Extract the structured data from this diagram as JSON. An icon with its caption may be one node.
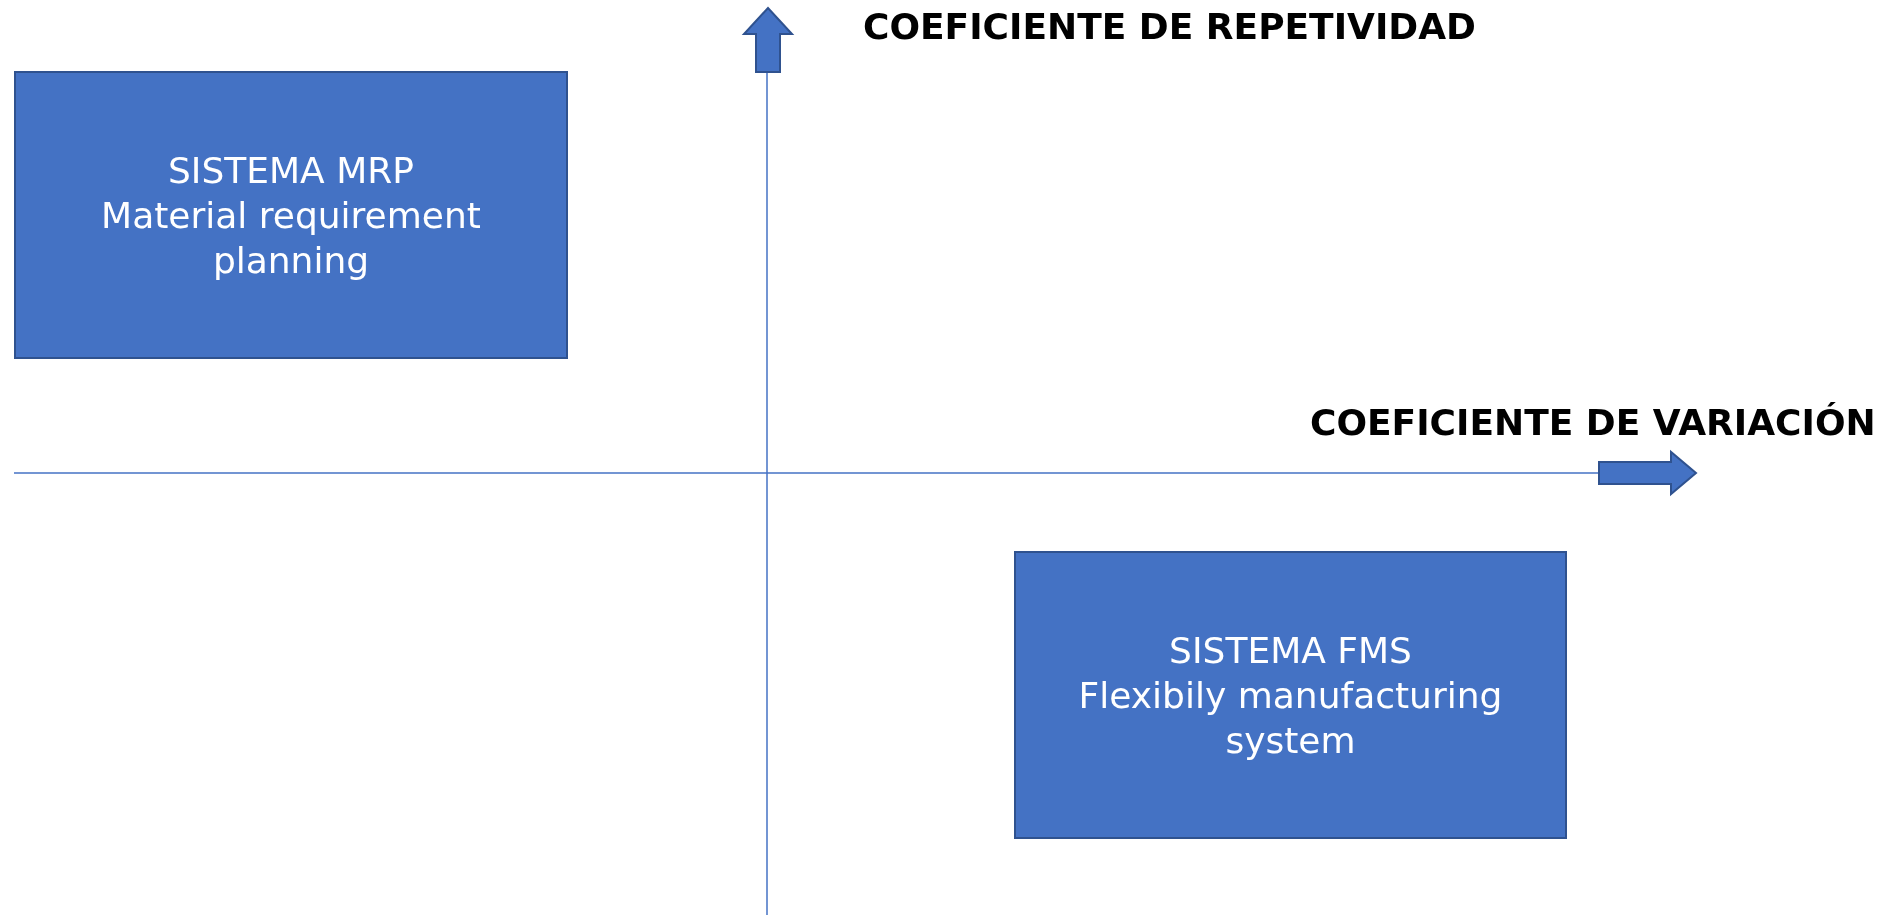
{
  "diagram": {
    "nodes": [
      {
        "text": [
          "SISTEMA MRP",
          "Material requirement planning"
        ]
      },
      {
        "text": [
          "SISTEMA FMS",
          "Flexibily manufacturing system"
        ]
      }
    ],
    "labels": [
      "COEFICIENTE DE REPETIVIDAD",
      "COEFICIENTE DE VARIACIÓN"
    ]
  }
}
